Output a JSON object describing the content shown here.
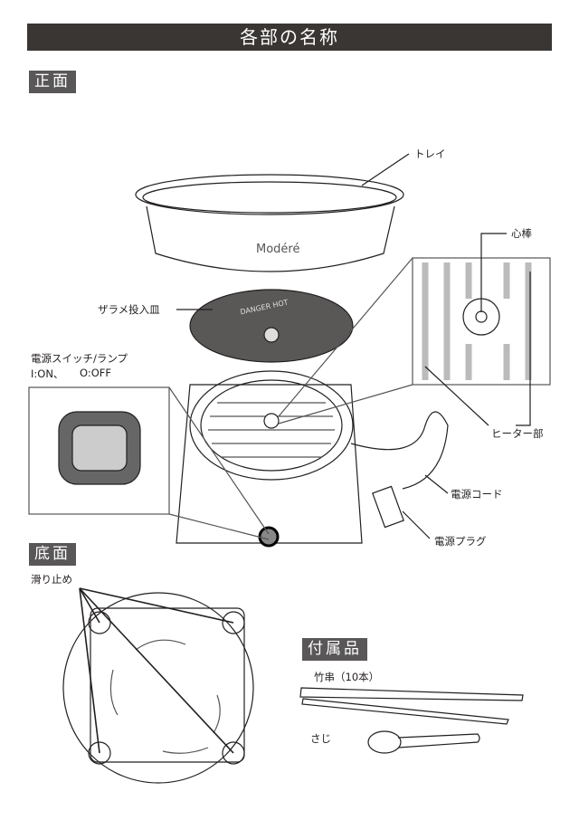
{
  "header": {
    "title": "各部の名称"
  },
  "sections": {
    "front": "正面",
    "bottom": "底面",
    "accessories": "付属品"
  },
  "labels": {
    "tray": "トレイ",
    "spindle": "心棒",
    "sugar_dish": "ザラメ投入皿",
    "switch": "電源スイッチ/ランプ",
    "switch_on": "I:ON、",
    "switch_off": "O:OFF",
    "heater": "ヒーター部",
    "cord": "電源コード",
    "plug": "電源プラグ",
    "feet": "滑り止め",
    "skewers": "竹串（10本）",
    "spoon": "さじ"
  },
  "logo": "Modéré",
  "plate_text": "DANGER HOT"
}
